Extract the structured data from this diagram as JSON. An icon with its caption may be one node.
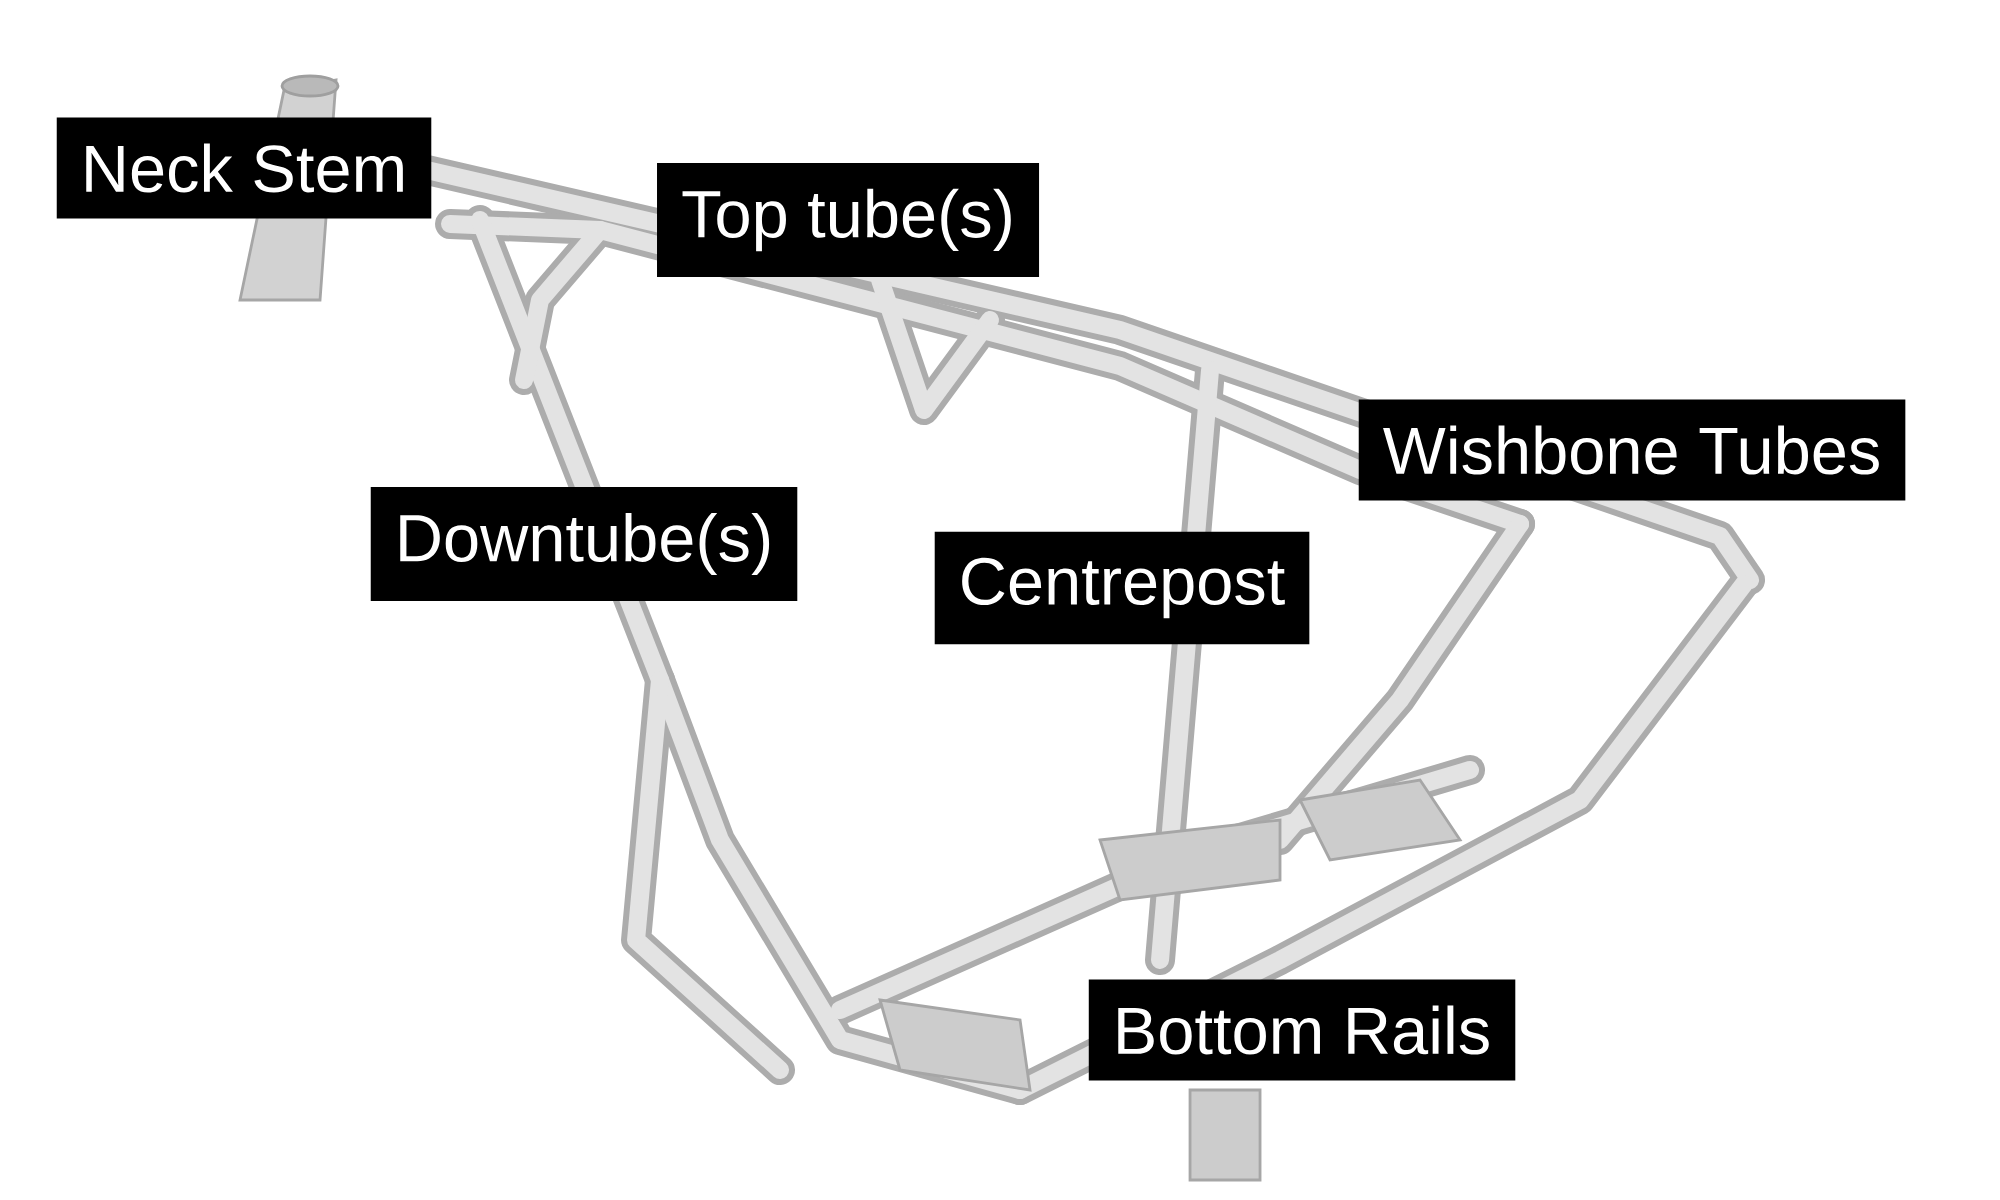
{
  "diagram": {
    "nodes": [
      {
        "text": [
          "Neck Stem"
        ]
      },
      {
        "text": [
          "Top tube(s)"
        ]
      },
      {
        "text": [
          "Wishbone Tubes"
        ]
      },
      {
        "text": [
          "Downtube(s)"
        ]
      },
      {
        "text": [
          "Centrepost"
        ]
      },
      {
        "text": [
          "Bottom Rails"
        ]
      }
    ]
  }
}
